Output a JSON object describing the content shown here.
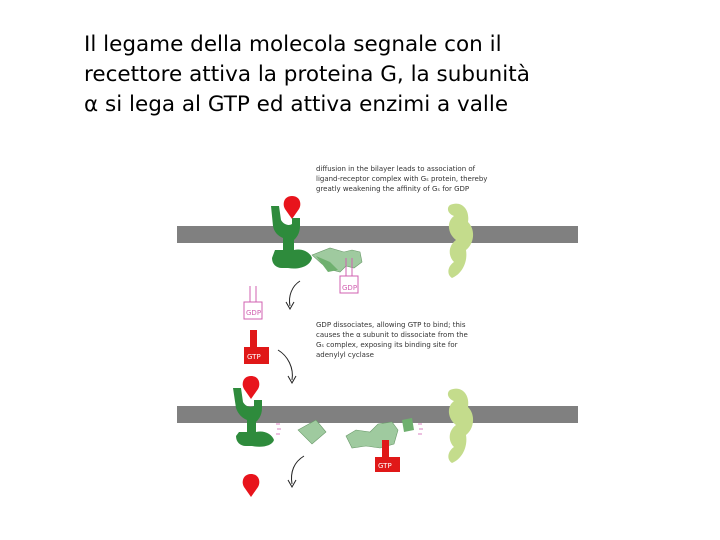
{
  "title_lines": [
    "Il legame della molecola segnale con il",
    "recettore attiva la proteina G,  la subunità",
    "α si lega al GTP ed attiva enzimi a valle"
  ],
  "diagram": {
    "caption_top": [
      "diffusion in the bilayer leads to association of",
      "ligand-receptor complex with Gₛ protein, thereby",
      "greatly weakening the affinity of Gₛ for GDP"
    ],
    "caption_middle": [
      "GDP dissociates, allowing GTP to bind; this",
      "causes the α subunit to dissociate from the",
      "Gₛ complex, exposing its binding site for",
      "adenylyl cyclase"
    ],
    "labels": {
      "gdp_bound": "GDP",
      "gdp_free": "GDP",
      "gtp_free": "GTP",
      "gtp_bound": "GTP"
    },
    "colors": {
      "membrane": "#808080",
      "receptor": "#2e8b3c",
      "ligand": "#e8141c",
      "g_protein": "#9fca9f",
      "adenylyl_cyclase": "#c4dc8c",
      "gdp": "#d060b0",
      "gtp": "#e01818"
    }
  }
}
